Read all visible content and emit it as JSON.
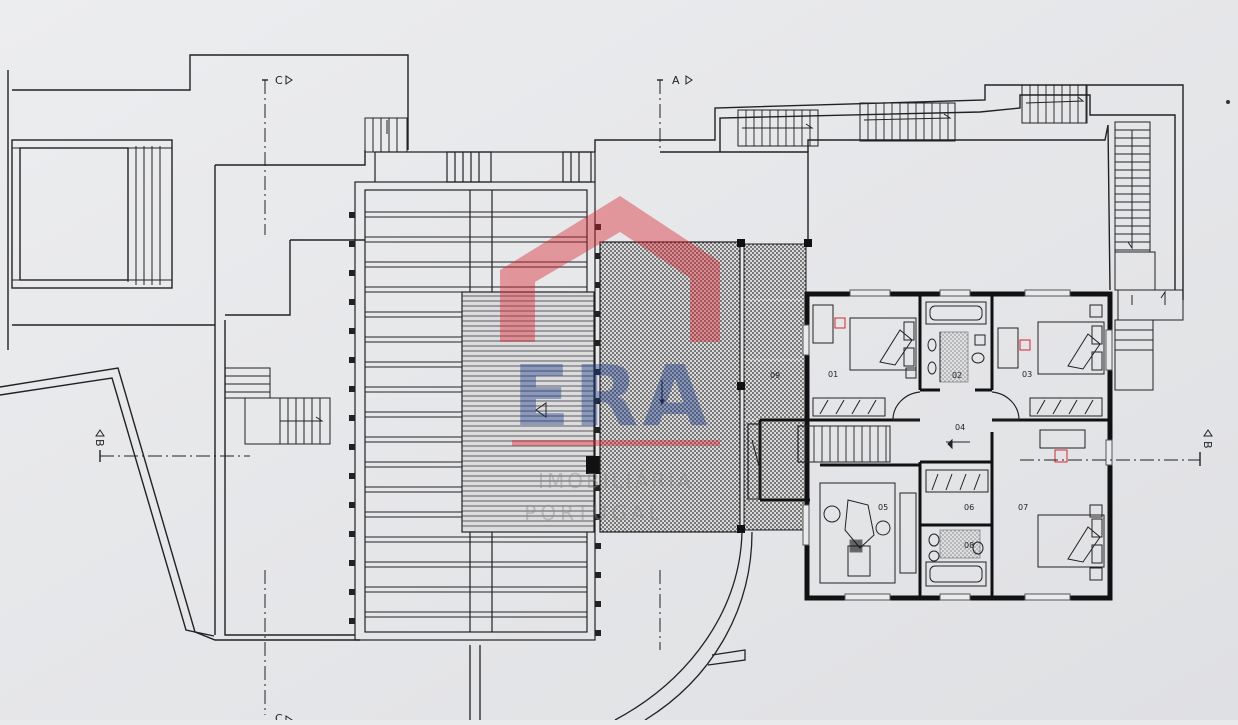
{
  "plan": {
    "section_markers": {
      "c_top": "C",
      "c_bottom": "C",
      "a_top": "A",
      "b_left": "B",
      "b_right": "B"
    },
    "rooms": {
      "r01": "01",
      "r02": "02",
      "r03": "03",
      "r04": "04",
      "r05": "05",
      "r06": "06",
      "r07": "07",
      "r08": "08",
      "r09": "09"
    }
  },
  "watermark": {
    "brand": "ERA",
    "line1": "IMOBILIÁRIA",
    "line2": "PORTUGAL",
    "color": "#d9242f"
  }
}
